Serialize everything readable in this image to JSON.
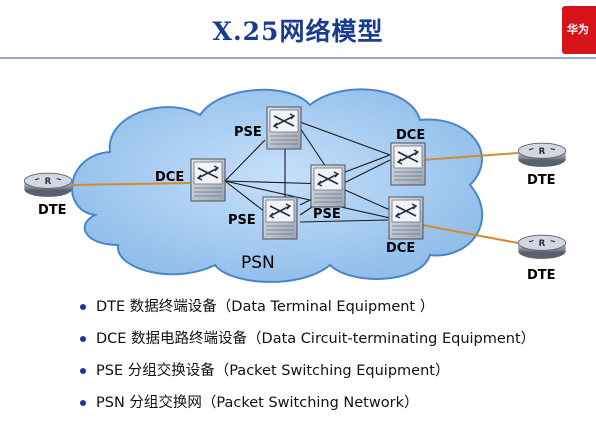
{
  "title": "X.25网络模型",
  "logo_text": "华为",
  "nodes": {
    "dte_left": "DTE",
    "dte_top_right": "DTE",
    "dte_bottom_right": "DTE",
    "dce_left": "DCE",
    "dce_top_right": "DCE",
    "dce_bottom_right": "DCE",
    "pse_top": "PSE",
    "pse_left": "PSE",
    "pse_center": "PSE"
  },
  "network_label": "PSN",
  "legend": [
    "DTE  数据终端设备（Data Terminal Equipment ）",
    "DCE  数据电路终端设备（Data Circuit-terminating Equipment）",
    "PSE  分组交换设备（Packet Switching Equipment）",
    "PSN  分组交换网（Packet Switching Network）"
  ],
  "colors": {
    "title": "#1a3b92",
    "cloud_fill": "#a8cdf2",
    "cloud_edge": "#4b86c8",
    "dte_link": "#d68a2b",
    "logo": "#d7141a"
  },
  "icons": {
    "dte": "router-icon",
    "dce": "switch-icon",
    "pse": "switch-icon"
  }
}
